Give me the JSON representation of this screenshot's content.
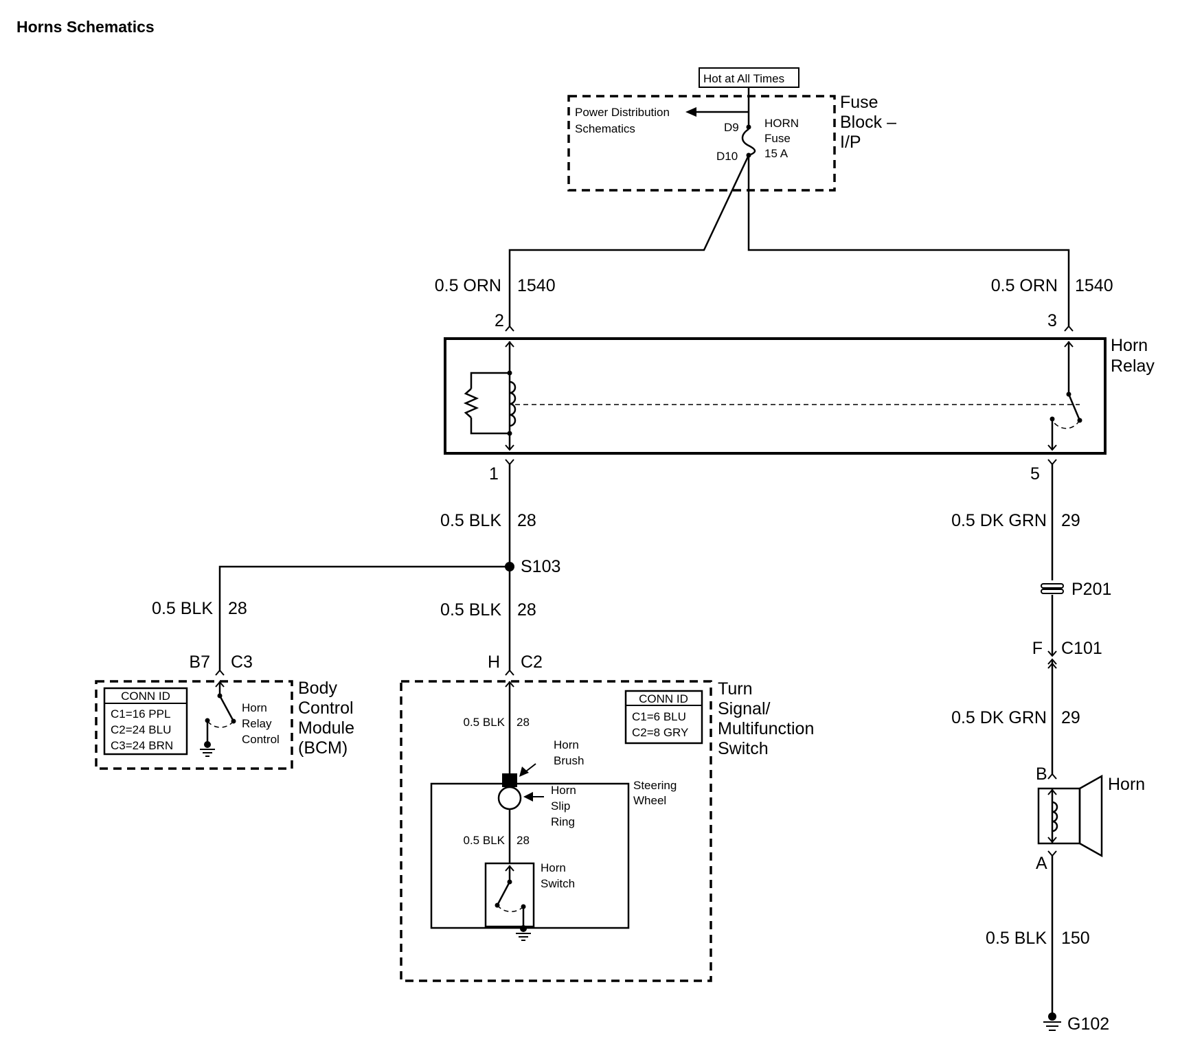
{
  "title": "Horns Schematics",
  "power": {
    "hot_label": "Hot at All Times",
    "pds_line1": "Power Distribution",
    "pds_line2": "Schematics",
    "pin_d9": "D9",
    "pin_d10": "D10",
    "fuse_name": "HORN",
    "fuse_word": "Fuse",
    "fuse_rating": "15 A",
    "block_line1": "Fuse",
    "block_line2": "Block –",
    "block_line3": "I/P"
  },
  "relay": {
    "name_line1": "Horn",
    "name_line2": "Relay",
    "pin2": "2",
    "pin3": "3",
    "pin1": "1",
    "pin5": "5"
  },
  "wires": {
    "orn_left": {
      "gauge": "0.5 ORN",
      "circuit": "1540"
    },
    "orn_right": {
      "gauge": "0.5 ORN",
      "circuit": "1540"
    },
    "blk_relay": {
      "gauge": "0.5 BLK",
      "circuit": "28"
    },
    "blk_bcm": {
      "gauge": "0.5 BLK",
      "circuit": "28"
    },
    "blk_tsm": {
      "gauge": "0.5 BLK",
      "circuit": "28"
    },
    "blk_inner1": {
      "gauge": "0.5 BLK",
      "circuit": "28"
    },
    "blk_inner2": {
      "gauge": "0.5 BLK",
      "circuit": "28"
    },
    "grn_upper": {
      "gauge": "0.5 DK GRN",
      "circuit": "29"
    },
    "grn_lower": {
      "gauge": "0.5 DK GRN",
      "circuit": "29"
    },
    "blk_ground": {
      "gauge": "0.5 BLK",
      "circuit": "150"
    }
  },
  "splice": "S103",
  "pass_through": "P201",
  "bcm": {
    "pin": "B7",
    "conn": "C3",
    "conn_id_title": "CONN ID",
    "conn_ids": [
      "C1=16 PPL",
      "C2=24 BLU",
      "C3=24 BRN"
    ],
    "ctrl_line1": "Horn",
    "ctrl_line2": "Relay",
    "ctrl_line3": "Control",
    "name_line1": "Body",
    "name_line2": "Control",
    "name_line3": "Module",
    "name_line4": "(BCM)"
  },
  "tsm": {
    "pin": "H",
    "conn": "C2",
    "conn_id_title": "CONN ID",
    "conn_ids": [
      "C1=6 BLU",
      "C2=8 GRY"
    ],
    "name_line1": "Turn",
    "name_line2": "Signal/",
    "name_line3": "Multifunction",
    "name_line4": "Switch",
    "brush_line1": "Horn",
    "brush_line2": "Brush",
    "ring_line1": "Horn",
    "ring_line2": "Slip",
    "ring_line3": "Ring",
    "switch_line1": "Horn",
    "switch_line2": "Switch",
    "wheel_line1": "Steering",
    "wheel_line2": "Wheel"
  },
  "horn": {
    "connector_pin": "F",
    "connector": "C101",
    "pin_b": "B",
    "pin_a": "A",
    "name": "Horn",
    "ground": "G102"
  }
}
